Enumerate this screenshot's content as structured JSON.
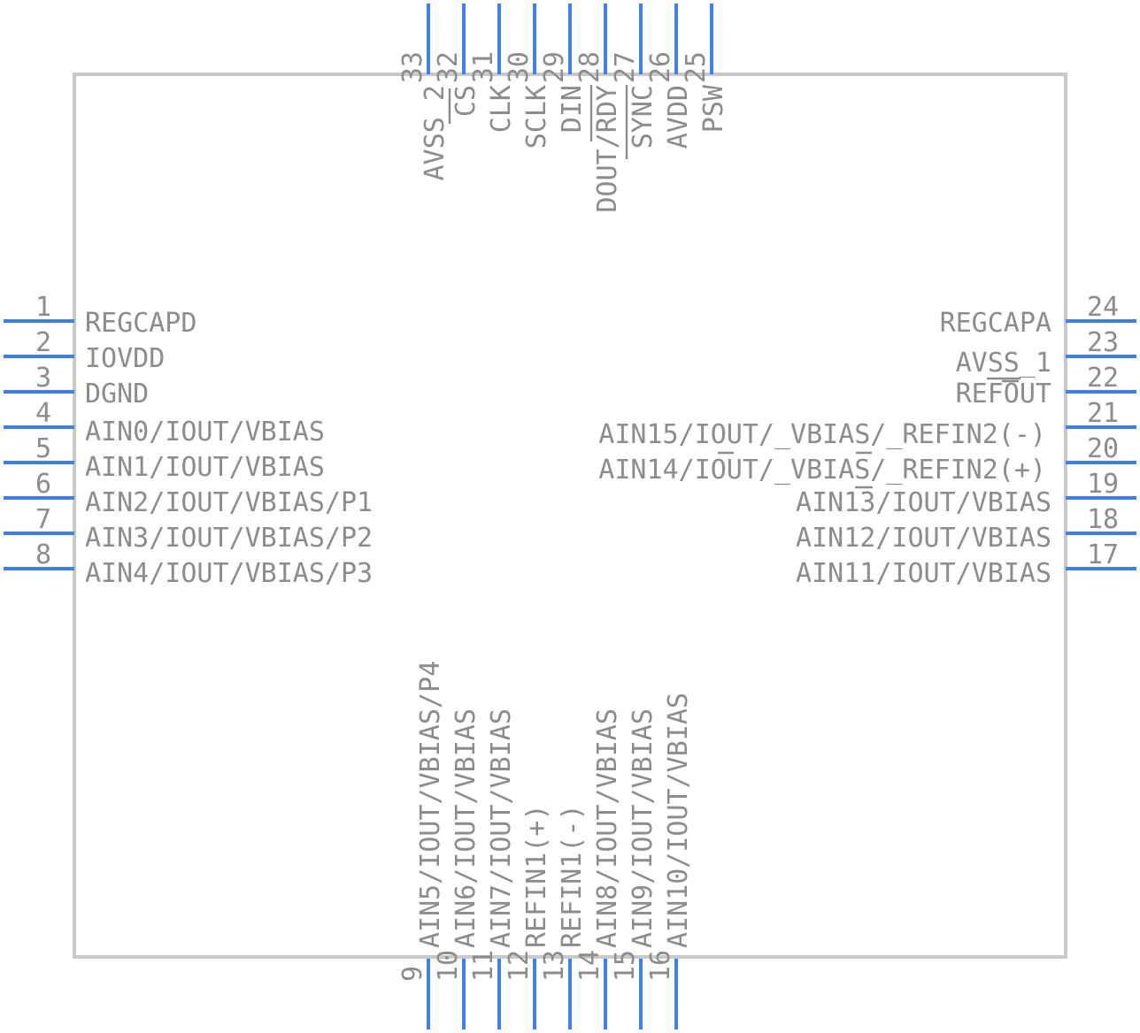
{
  "component": {
    "pins": [
      {
        "number": "1",
        "name": "REGCAPD",
        "side": "left"
      },
      {
        "number": "2",
        "name": "IOVDD",
        "side": "left"
      },
      {
        "number": "3",
        "name": "DGND",
        "side": "left"
      },
      {
        "number": "4",
        "name": "AIN0/IOUT/VBIAS",
        "side": "left"
      },
      {
        "number": "5",
        "name": "AIN1/IOUT/VBIAS",
        "side": "left"
      },
      {
        "number": "6",
        "name": "AIN2/IOUT/VBIAS/P1",
        "side": "left"
      },
      {
        "number": "7",
        "name": "AIN3/IOUT/VBIAS/P2",
        "side": "left"
      },
      {
        "number": "8",
        "name": "AIN4/IOUT/VBIAS/P3",
        "side": "left"
      },
      {
        "number": "9",
        "name": "AIN5/IOUT/VBIAS/P4",
        "side": "bottom"
      },
      {
        "number": "10",
        "name": "AIN6/IOUT/VBIAS",
        "side": "bottom"
      },
      {
        "number": "11",
        "name": "AIN7/IOUT/VBIAS",
        "side": "bottom"
      },
      {
        "number": "12",
        "name": "REFIN1(+)",
        "side": "bottom"
      },
      {
        "number": "13",
        "name": "REFIN1(-)",
        "side": "bottom"
      },
      {
        "number": "14",
        "name": "AIN8/IOUT/VBIAS",
        "side": "bottom"
      },
      {
        "number": "15",
        "name": "AIN9/IOUT/VBIAS",
        "side": "bottom"
      },
      {
        "number": "16",
        "name": "AIN10/IOUT/VBIAS",
        "side": "bottom"
      },
      {
        "number": "17",
        "name": "AIN11/IOUT/VBIAS",
        "side": "right"
      },
      {
        "number": "18",
        "name": "AIN12/IOUT/VBIAS",
        "side": "right"
      },
      {
        "number": "19",
        "name": "AIN13/IOUT/VBIAS",
        "side": "right"
      },
      {
        "number": "20",
        "name": "AIN14/IOUT/_VBIAS/_REFIN2(+)",
        "side": "right"
      },
      {
        "number": "21",
        "name": "AIN15/IOUT/_VBIAS/_REFIN2(-)",
        "side": "right"
      },
      {
        "number": "22",
        "name": "REFOUT",
        "side": "right"
      },
      {
        "number": "23",
        "name": "AVSS_1",
        "side": "right"
      },
      {
        "number": "24",
        "name": "REGCAPA",
        "side": "right"
      },
      {
        "number": "25",
        "name": "PSW",
        "side": "top"
      },
      {
        "number": "26",
        "name": "AVDD",
        "side": "top"
      },
      {
        "number": "27",
        "name": "SYNC",
        "side": "top"
      },
      {
        "number": "28",
        "name": "DOUT/RDY",
        "side": "top"
      },
      {
        "number": "29",
        "name": "DIN",
        "side": "top"
      },
      {
        "number": "30",
        "name": "SCLK",
        "side": "top"
      },
      {
        "number": "31",
        "name": "CLK",
        "side": "top"
      },
      {
        "number": "32",
        "name": "CS",
        "side": "top"
      },
      {
        "number": "33",
        "name": "AVSS_2",
        "side": "top"
      }
    ],
    "overbars": [
      {
        "pin": "32",
        "segment": "CS"
      },
      {
        "pin": "28",
        "segment": "RDY"
      },
      {
        "pin": "27",
        "segment": "SYNC"
      },
      {
        "pin": "22",
        "segment": "OUT"
      },
      {
        "pin": "23",
        "segment": "_"
      },
      {
        "pin": "19",
        "segment": "I"
      },
      {
        "pin": "20",
        "segment": "_"
      },
      {
        "pin": "21",
        "segment": "_"
      }
    ],
    "colors": {
      "pin_line": "#3b82f0",
      "text": "#8c8c8c",
      "body_outline": "#c8c8c8"
    }
  }
}
